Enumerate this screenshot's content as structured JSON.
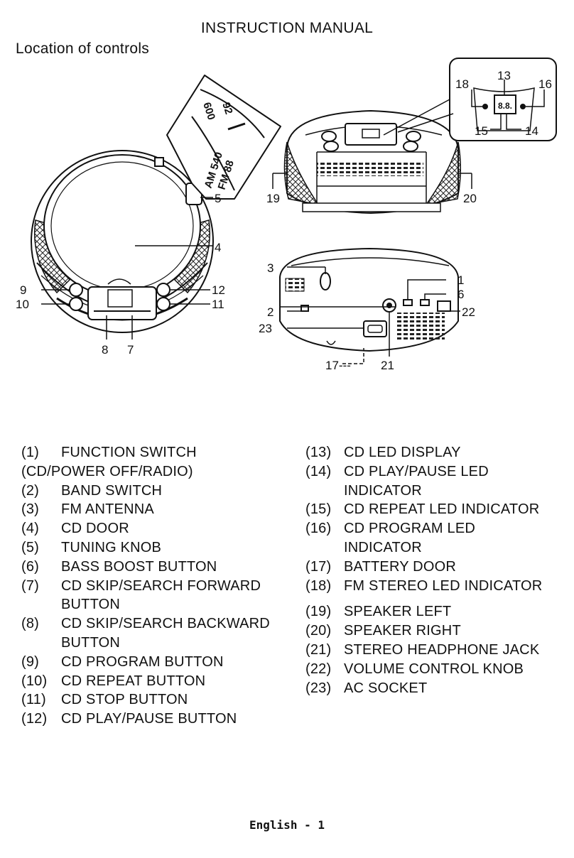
{
  "header": {
    "title": "INSTRUCTION MANUAL",
    "subtitle": "Location of controls"
  },
  "diagram": {
    "callouts": {
      "c1": "1",
      "c2": "2",
      "c3": "3",
      "c4": "4",
      "c5": "5",
      "c6": "6",
      "c7": "7",
      "c8": "8",
      "c9": "9",
      "c10": "10",
      "c11": "11",
      "c12": "12",
      "c13": "13",
      "c14": "14",
      "c15": "15",
      "c16": "16",
      "c17": "17---",
      "c18": "18",
      "c19": "19",
      "c20": "20",
      "c21": "21",
      "c22": "22",
      "c23": "23"
    },
    "tuning_dial": {
      "am_label": "AM 540",
      "fm_label": "FM 88",
      "am_high": "600",
      "fm_high": "92"
    },
    "led_digits": "8.8."
  },
  "controls_left": [
    {
      "num": "(1)",
      "label": "FUNCTION SWITCH"
    },
    {
      "num": "",
      "label": "(CD/POWER OFF/RADIO)"
    },
    {
      "num": "(2)",
      "label": "BAND SWITCH"
    },
    {
      "num": "(3)",
      "label": "FM ANTENNA"
    },
    {
      "num": "(4)",
      "label": "CD DOOR"
    },
    {
      "num": "(5)",
      "label": "TUNING KNOB"
    },
    {
      "num": "(6)",
      "label": "BASS BOOST BUTTON"
    },
    {
      "num": "(7)",
      "label": "CD SKIP/SEARCH FORWARD",
      "cont": "BUTTON"
    },
    {
      "num": "(8)",
      "label": "CD SKIP/SEARCH BACKWARD",
      "cont": "BUTTON"
    },
    {
      "num": "(9)",
      "label": "CD PROGRAM BUTTON"
    },
    {
      "num": "(10)",
      "label": "CD REPEAT BUTTON"
    },
    {
      "num": "(11)",
      "label": "CD STOP BUTTON"
    },
    {
      "num": "(12)",
      "label": "CD PLAY/PAUSE BUTTON"
    }
  ],
  "controls_right": [
    {
      "num": "(13)",
      "label": "CD LED DISPLAY"
    },
    {
      "num": "(14)",
      "label": "CD PLAY/PAUSE LED",
      "cont": "INDICATOR"
    },
    {
      "num": "(15)",
      "label": "CD REPEAT LED INDICATOR"
    },
    {
      "num": "(16)",
      "label": "CD PROGRAM LED",
      "cont": "INDICATOR"
    },
    {
      "num": "(17)",
      "label": "BATTERY DOOR"
    },
    {
      "num": "(18)",
      "label": "FM STEREO LED INDICATOR"
    },
    {
      "num": "(19)",
      "label": "SPEAKER LEFT"
    },
    {
      "num": "(20)",
      "label": "SPEAKER RIGHT"
    },
    {
      "num": "(21)",
      "label": "STEREO HEADPHONE JACK"
    },
    {
      "num": "(22)",
      "label": "VOLUME CONTROL KNOB"
    },
    {
      "num": "(23)",
      "label": "AC SOCKET"
    }
  ],
  "footer": {
    "page_label": "English - 1"
  }
}
